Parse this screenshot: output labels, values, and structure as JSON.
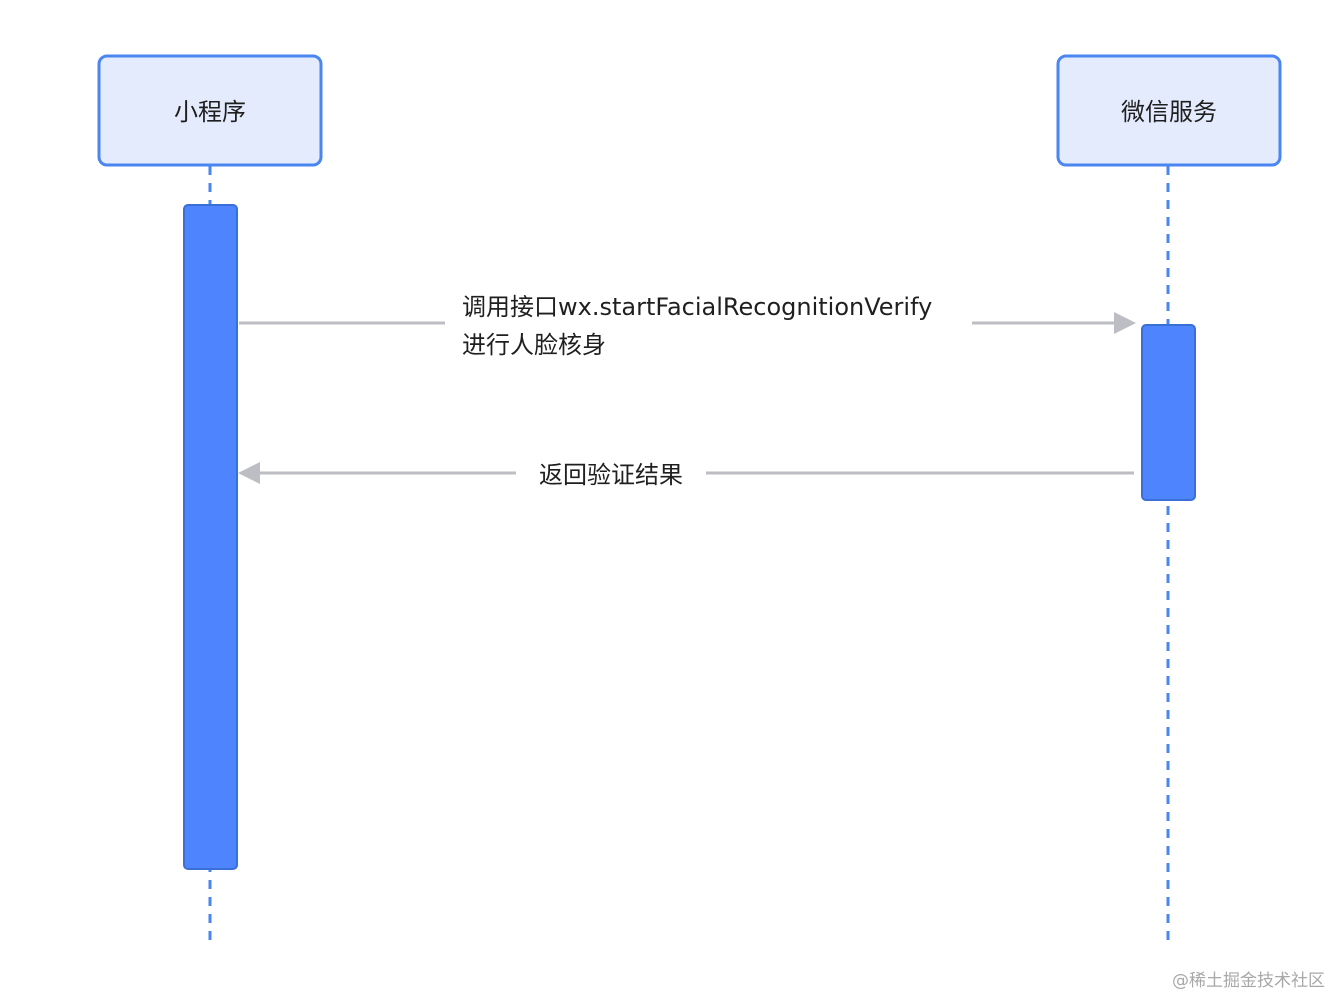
{
  "participants": [
    {
      "id": "miniprogram",
      "label": "小程序"
    },
    {
      "id": "wechat-service",
      "label": "微信服务"
    }
  ],
  "messages": [
    {
      "from": "miniprogram",
      "to": "wechat-service",
      "lines": [
        "调用接口wx.startFacialRecognitionVerify",
        "进行人脸核身"
      ]
    },
    {
      "from": "wechat-service",
      "to": "miniprogram",
      "lines": [
        "返回验证结果"
      ]
    }
  ],
  "watermark": "@稀土掘金技术社区",
  "colors": {
    "participant_fill": "#e3ebfd",
    "participant_border": "#4a86f0",
    "activation_fill": "#4f84ff",
    "activation_border": "#3b6fd8",
    "lifeline": "#4a86f0",
    "arrow": "#bcbec3"
  }
}
